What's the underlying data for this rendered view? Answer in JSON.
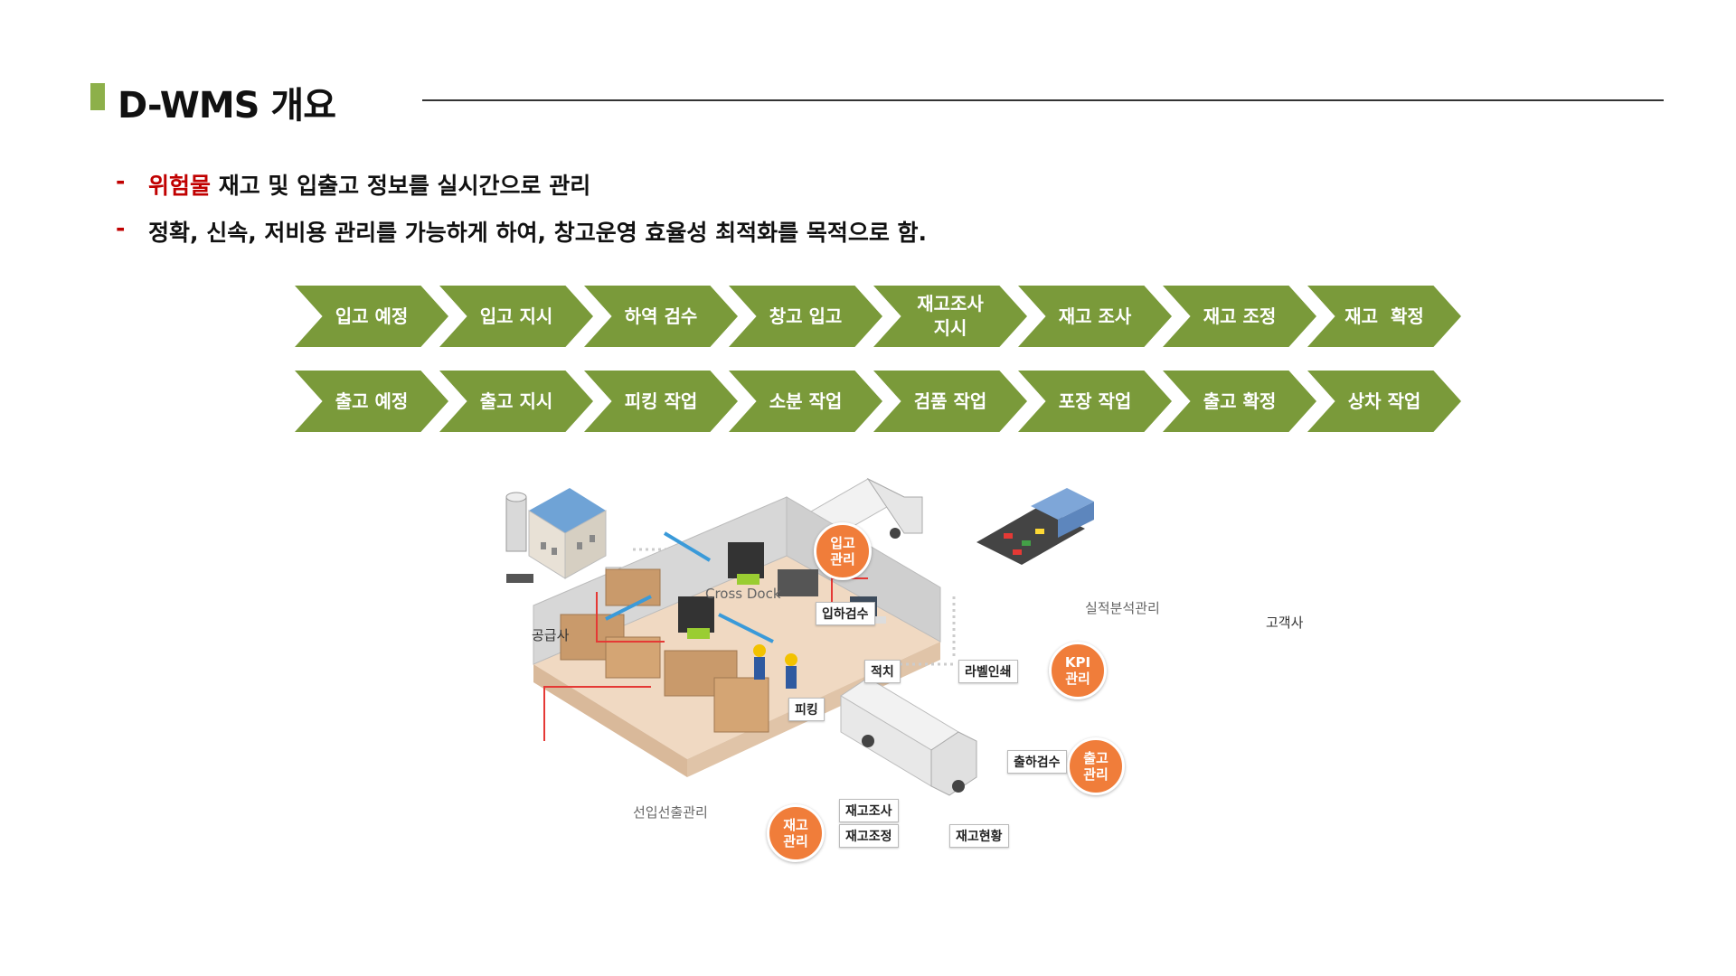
{
  "colors": {
    "accent_green": "#7a9a3a",
    "title_marker": "#8db04a",
    "highlight_red": "#c00000",
    "badge_orange": "#f07d3a"
  },
  "title": "D-WMS 개요",
  "bullets": [
    {
      "dash": "-",
      "highlight": "위험물",
      "text": " 재고 및 입출고 정보를 실시간으로 관리"
    },
    {
      "dash": "-",
      "highlight": "",
      "text": "정확, 신속, 저비용 관리를 가능하게 하여, 창고운영 효율성 최적화를 목적으로 함."
    }
  ],
  "inbound_flow": [
    "입고 예정",
    "입고 지시",
    "하역 검수",
    "창고 입고",
    "재고조사\n지시",
    "재고 조사",
    "재고 조정",
    "재고  확정"
  ],
  "outbound_flow": [
    "출고 예정",
    "출고 지시",
    "피킹 작업",
    "소분 작업",
    "검품 작업",
    "포장 작업",
    "출고 확정",
    "상차 작업"
  ],
  "illustration": {
    "supplier_label": "공급사",
    "customer_label": "고객사",
    "cross_dock_label": "Cross Dock",
    "performance_label": "실적분석관리",
    "fifo_label": "선입선출관리",
    "badges": {
      "inbound": "입고\n관리",
      "kpi": "KPI\n관리",
      "outbound": "출고\n관리",
      "inventory": "재고\n관리"
    },
    "tags": {
      "receiving_inspection": "입하검수",
      "stacking": "적치",
      "label_print": "라벨인쇄",
      "picking": "피킹",
      "shipping_inspection": "출하검수",
      "stock_check": "재고조사",
      "stock_adjust": "재고조정",
      "stock_status": "재고현황"
    }
  }
}
